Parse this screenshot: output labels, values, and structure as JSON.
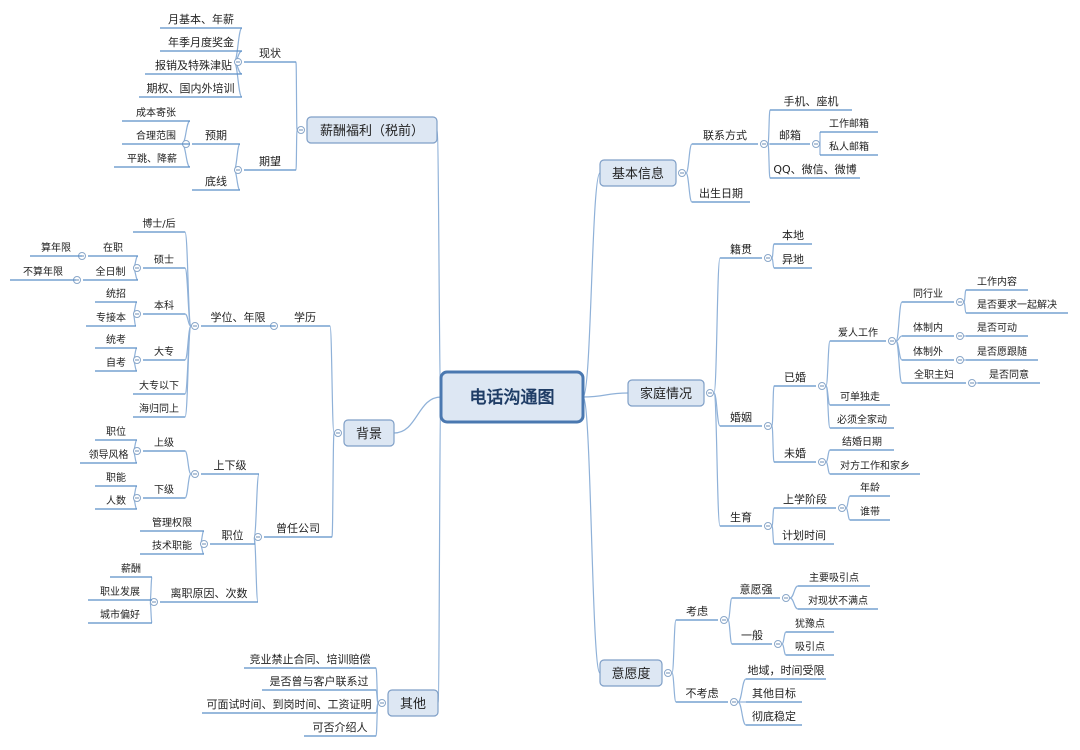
{
  "title": "电话沟通图",
  "branches": [
    {
      "id": "salary",
      "label": "薪酬福利（税前）",
      "side": "left",
      "children": [
        {
          "label": "现状",
          "children": [
            {
              "label": "月基本、年薪"
            },
            {
              "label": "年季月度奖金"
            },
            {
              "label": "报销及特殊津贴"
            },
            {
              "label": "期权、国内外培训"
            }
          ]
        },
        {
          "label": "期望",
          "children": [
            {
              "label": "预期",
              "children": [
                {
                  "label": "成本寄张"
                },
                {
                  "label": "合理范围"
                },
                {
                  "label": "平跳、降薪"
                }
              ]
            },
            {
              "label": "底线"
            }
          ]
        }
      ]
    },
    {
      "id": "background",
      "label": "背景",
      "side": "left",
      "children": [
        {
          "label": "学历",
          "children": [
            {
              "label": "学位、年限",
              "children": [
                {
                  "label": "博士/后"
                },
                {
                  "label": "硕士",
                  "children": [
                    {
                      "label": "在职",
                      "children": [
                        {
                          "label": "算年限"
                        }
                      ]
                    },
                    {
                      "label": "全日制",
                      "children": [
                        {
                          "label": "不算年限"
                        }
                      ]
                    }
                  ]
                },
                {
                  "label": "本科",
                  "children": [
                    {
                      "label": "统招"
                    },
                    {
                      "label": "专接本"
                    }
                  ]
                },
                {
                  "label": "大专",
                  "children": [
                    {
                      "label": "统考"
                    },
                    {
                      "label": "自考"
                    }
                  ]
                },
                {
                  "label": "大专以下"
                },
                {
                  "label": "海归同上"
                }
              ]
            }
          ]
        },
        {
          "label": "曾任公司",
          "children": [
            {
              "label": "上下级",
              "children": [
                {
                  "label": "上级",
                  "children": [
                    {
                      "label": "职位"
                    },
                    {
                      "label": "领导风格"
                    }
                  ]
                },
                {
                  "label": "下级",
                  "children": [
                    {
                      "label": "职能"
                    },
                    {
                      "label": "人数"
                    }
                  ]
                }
              ]
            },
            {
              "label": "职位",
              "children": [
                {
                  "label": "管理权限"
                },
                {
                  "label": "技术职能"
                }
              ]
            },
            {
              "label": "离职原因、次数",
              "children": [
                {
                  "label": "薪酬"
                },
                {
                  "label": "职业发展"
                },
                {
                  "label": "城市偏好"
                }
              ]
            }
          ]
        }
      ]
    },
    {
      "id": "other",
      "label": "其他",
      "side": "left",
      "children": [
        {
          "label": "竞业禁止合同、培训赔偿"
        },
        {
          "label": "是否曾与客户联系过"
        },
        {
          "label": "可面试时间、到岗时间、工资证明"
        },
        {
          "label": "可否介绍人"
        }
      ]
    },
    {
      "id": "basic",
      "label": "基本信息",
      "side": "right",
      "children": [
        {
          "label": "联系方式",
          "children": [
            {
              "label": "手机、座机"
            },
            {
              "label": "邮箱",
              "children": [
                {
                  "label": "工作邮箱"
                },
                {
                  "label": "私人邮箱"
                }
              ]
            },
            {
              "label": "QQ、微信、微博"
            }
          ]
        },
        {
          "label": "出生日期"
        }
      ]
    },
    {
      "id": "family",
      "label": "家庭情况",
      "side": "right",
      "children": [
        {
          "label": "籍贯",
          "children": [
            {
              "label": "本地"
            },
            {
              "label": "异地"
            }
          ]
        },
        {
          "label": "婚姻",
          "children": [
            {
              "label": "已婚",
              "children": [
                {
                  "label": "爱人工作",
                  "children": [
                    {
                      "label": "同行业",
                      "children": [
                        {
                          "label": "工作内容"
                        },
                        {
                          "label": "是否要求一起解决"
                        }
                      ]
                    },
                    {
                      "label": "体制内",
                      "children": [
                        {
                          "label": "是否可动"
                        }
                      ]
                    },
                    {
                      "label": "体制外",
                      "children": [
                        {
                          "label": "是否愿跟随"
                        }
                      ]
                    },
                    {
                      "label": "全职主妇",
                      "children": [
                        {
                          "label": "是否同意"
                        }
                      ]
                    }
                  ]
                },
                {
                  "label": "可单独走"
                },
                {
                  "label": "必须全家动"
                }
              ]
            },
            {
              "label": "未婚",
              "children": [
                {
                  "label": "结婚日期"
                },
                {
                  "label": "对方工作和家乡"
                }
              ]
            }
          ]
        },
        {
          "label": "生育",
          "children": [
            {
              "label": "上学阶段",
              "children": [
                {
                  "label": "年龄"
                },
                {
                  "label": "谁带"
                }
              ]
            },
            {
              "label": "计划时间"
            }
          ]
        }
      ]
    },
    {
      "id": "willing",
      "label": "意愿度",
      "side": "right",
      "children": [
        {
          "label": "考虑",
          "children": [
            {
              "label": "意愿强",
              "children": [
                {
                  "label": "主要吸引点"
                },
                {
                  "label": "对现状不满点"
                }
              ]
            },
            {
              "label": "一般",
              "children": [
                {
                  "label": "犹豫点"
                },
                {
                  "label": "吸引点"
                }
              ]
            }
          ]
        },
        {
          "label": "不考虑",
          "children": [
            {
              "label": "地域，时间受限"
            },
            {
              "label": "其他目标"
            },
            {
              "label": "彻底稳定"
            }
          ]
        }
      ]
    }
  ]
}
